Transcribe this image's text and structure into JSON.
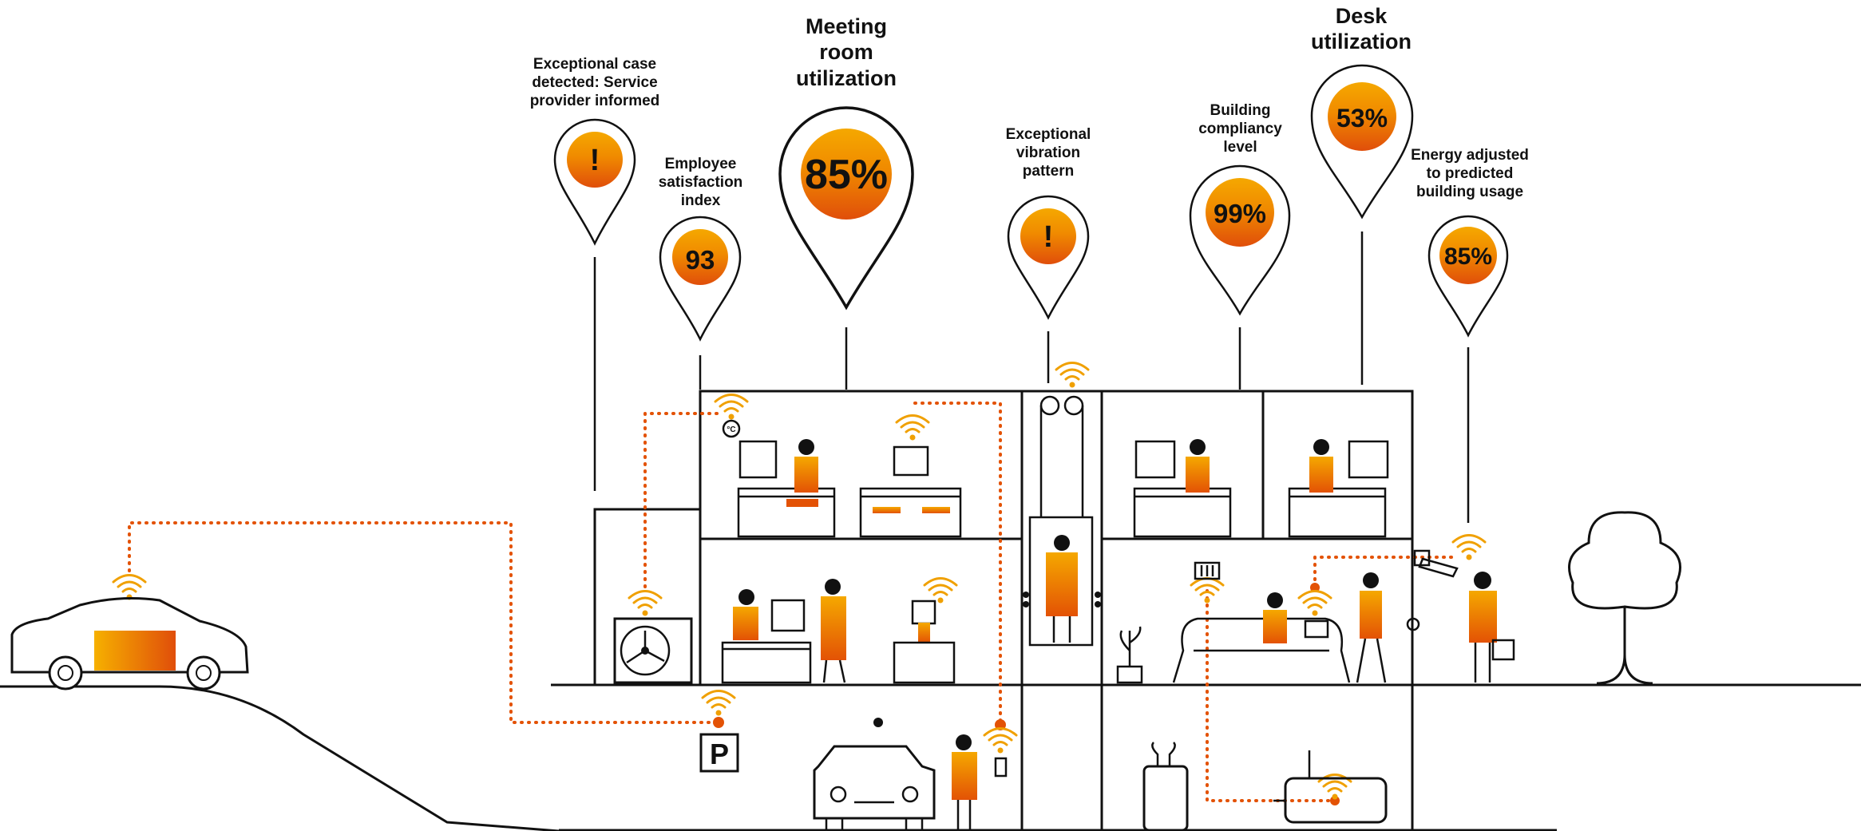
{
  "colors": {
    "accent_orange": "#e35205",
    "accent_amber": "#f0a000",
    "line": "#111111",
    "background": "#ffffff"
  },
  "pins": [
    {
      "id": "exceptional-case",
      "label": "Exceptional case\ndetected: Service\nprovider informed",
      "value": "!"
    },
    {
      "id": "employee-satisfaction",
      "label": "Employee\nsatisfaction\nindex",
      "value": "93"
    },
    {
      "id": "meeting-room",
      "label": "Meeting\nroom\nutilization",
      "value": "85%"
    },
    {
      "id": "vibration",
      "label": "Exceptional\nvibration\npattern",
      "value": "!"
    },
    {
      "id": "compliancy",
      "label": "Building\ncompliancy\nlevel",
      "value": "99%"
    },
    {
      "id": "desk",
      "label": "Desk\nutilization",
      "value": "53%"
    },
    {
      "id": "energy",
      "label": "Energy adjusted\nto predicted\nbuilding usage",
      "value": "85%"
    }
  ],
  "parking_sign": "P",
  "icons": [
    "wifi-icon",
    "car-icon",
    "tree-icon",
    "elevator-icon",
    "air-conditioner-icon",
    "camera-icon",
    "heater-icon",
    "thermostat-icon"
  ]
}
